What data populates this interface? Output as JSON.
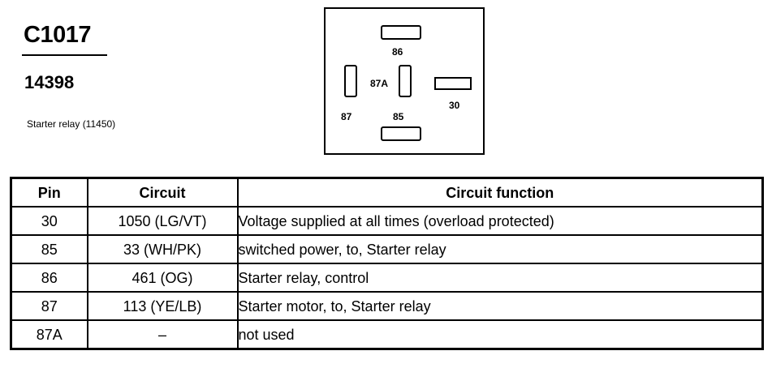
{
  "header": {
    "connector_id": "C1017",
    "part_number": "14398",
    "component": "Starter relay (11450)"
  },
  "face_view": {
    "pins": {
      "p86": "86",
      "p87a": "87A",
      "p87": "87",
      "p85": "85",
      "p30": "30"
    }
  },
  "table": {
    "headers": {
      "pin": "Pin",
      "circuit": "Circuit",
      "function": "Circuit function"
    },
    "rows": [
      {
        "pin": "30",
        "circuit": "1050 (LG/VT)",
        "function": "Voltage supplied at all times (overload protected)"
      },
      {
        "pin": "85",
        "circuit": "33 (WH/PK)",
        "function": "switched power, to, Starter relay"
      },
      {
        "pin": "86",
        "circuit": "461 (OG)",
        "function": "Starter relay, control"
      },
      {
        "pin": "87",
        "circuit": "113 (YE/LB)",
        "function": "Starter motor, to, Starter relay"
      },
      {
        "pin": "87A",
        "circuit": "–",
        "function": "not used"
      }
    ]
  }
}
